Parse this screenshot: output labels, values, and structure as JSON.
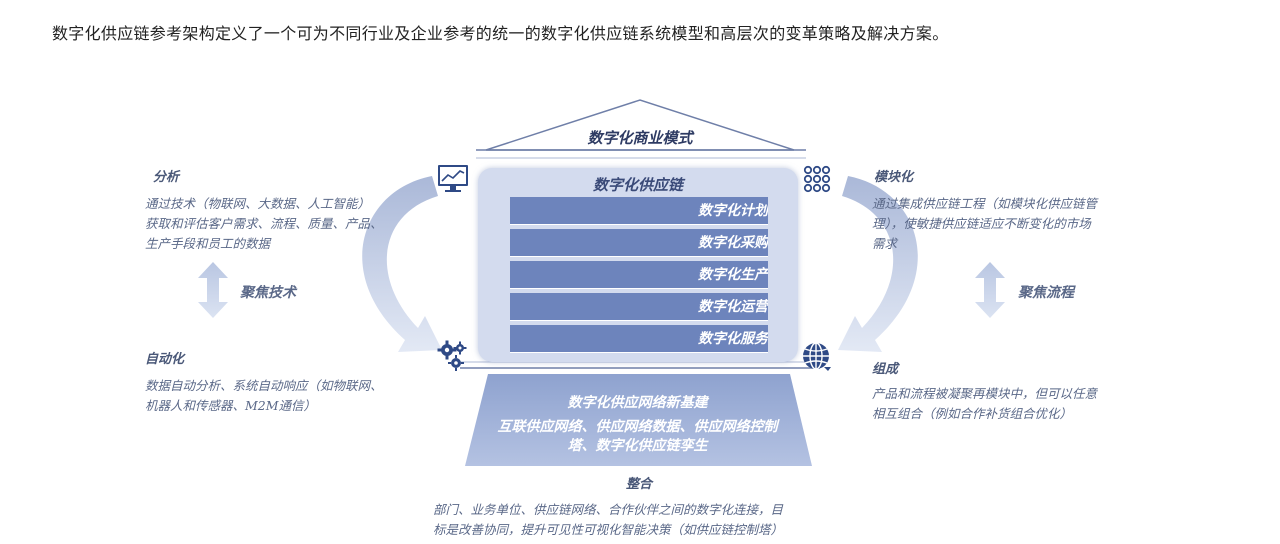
{
  "intro": "数字化供应链参考架构定义了一个可为不同行业及企业参考的统一的数字化供应链系统模型和高层次的变革策略及解决方案。",
  "house": {
    "roof_label": "数字化商业模式",
    "panel_title": "数字化供应链",
    "rows": [
      "数字化计划",
      "数字化采购",
      "数字化生产",
      "数字化运营",
      "数字化服务"
    ],
    "base_title": "数字化供应网络新基建",
    "base_text": "互联供应网络、供应网络数据、供应网络控制塔、数字化供应链孪生"
  },
  "left": {
    "analysis_title": "分析",
    "analysis_text": [
      "通过技术（物联网、大数据、人工智能）",
      "获取和评估客户需求、流程、质量、产品、",
      "生产手段和员工的数据"
    ],
    "focus_label": "聚焦技术",
    "automation_title": "自动化",
    "automation_text": [
      "数据自动分析、系统自动响应（如物联网、",
      "机器人和传感器、M2M通信）"
    ]
  },
  "right": {
    "module_title": "模块化",
    "module_text": [
      "通过集成供应链工程（如模块化供应链管",
      "理），使敏捷供应链适应不断变化的市场",
      "需求"
    ],
    "focus_label": "聚焦流程",
    "compose_title": "组成",
    "compose_text": [
      "产品和流程被凝聚再模块中，但可以任意",
      "相互组合（例如合作补货组合优化）"
    ]
  },
  "bottom": {
    "integrate_title": "整合",
    "integrate_text": [
      "部门、业务单位、供应链网络、合作伙伴之间的数字化连接，目",
      "标是改善协同，提升可见性可视化智能决策（如供应链控制塔）"
    ]
  },
  "icons": [
    "monitor-chart-icon",
    "gears-icon",
    "grid-dots-icon",
    "globe-icon"
  ],
  "colors": {
    "row": "#6d84bc",
    "panel": "#d3dbee",
    "base": "#9fb0d6",
    "arrow": "#c9d3ea",
    "text": "#5a6888"
  }
}
